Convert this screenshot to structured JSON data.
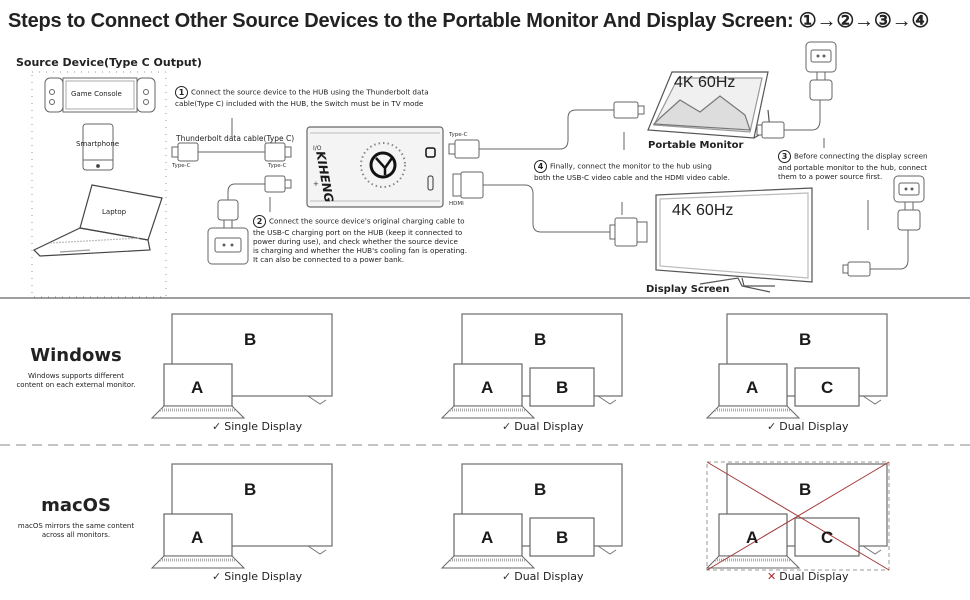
{
  "title": "Steps to Connect Other Source Devices to the Portable Monitor And Display Screen: ①→②→③→④",
  "source_section": {
    "heading": "Source Device(Type C Output)",
    "devices": [
      {
        "label": "Game Console",
        "icon": "game-console-icon"
      },
      {
        "label": "Smartphone",
        "icon": "smartphone-icon"
      },
      {
        "label": "Laptop",
        "icon": "laptop-icon"
      }
    ]
  },
  "steps": [
    {
      "number": "1",
      "text_lines": [
        "Connect the source device to the HUB using the Thunderbolt data",
        "cable(Type C) included with the HUB, the Switch must be in TV mode"
      ]
    },
    {
      "number": "2",
      "text_lines": [
        "Connect the source device's original charging cable to",
        "the USB-C charging port on the HUB (keep it connected to",
        "power during use), and check whether the source device",
        "is charging and whether the HUB's cooling fan is operating.",
        "It can also be connected to a power bank."
      ]
    },
    {
      "number": "3",
      "text_lines": [
        "Before connecting the display screen",
        "and portable monitor to the hub, connect",
        "them to a power source first."
      ]
    },
    {
      "number": "4",
      "text_lines": [
        "Finally, connect the monitor to the hub using",
        "both the USB-C video cable and the HDMI video cable."
      ]
    }
  ],
  "cable": {
    "label": "Thunderbolt data cable(Type C)",
    "end_left": "Type-C",
    "end_right": "Type-C"
  },
  "hub": {
    "brand": "KIHENG",
    "port_io": "I/O",
    "port_plus": "+",
    "port_typec_label": "Type-C",
    "port_hdmi_label": "HDMI"
  },
  "portable_monitor": {
    "resolution": "4K 60Hz",
    "caption": "Portable Monitor"
  },
  "display_screen": {
    "resolution": "4K 60Hz",
    "caption": "Display Screen"
  },
  "os_sections": [
    {
      "name": "Windows",
      "description_lines": [
        "Windows supports different",
        "content on each external monitor."
      ],
      "modes": [
        {
          "screens": [
            "A",
            "B"
          ],
          "label": "Single Display",
          "supported": true
        },
        {
          "screens": [
            "A",
            "B",
            "B"
          ],
          "label": "Dual Display",
          "supported": true
        },
        {
          "screens": [
            "A",
            "B",
            "C"
          ],
          "label": "Dual Display",
          "supported": true
        }
      ]
    },
    {
      "name": "macOS",
      "description_lines": [
        "macOS mirrors the same content",
        "across all monitors."
      ],
      "modes": [
        {
          "screens": [
            "A",
            "B"
          ],
          "label": "Single Display",
          "supported": true
        },
        {
          "screens": [
            "A",
            "B",
            "B"
          ],
          "label": "Dual Display",
          "supported": true
        },
        {
          "screens": [
            "A",
            "B",
            "C"
          ],
          "label": "Dual Display",
          "supported": false
        }
      ]
    }
  ],
  "marks": {
    "check": "✓",
    "cross": "✕"
  },
  "colors": {
    "line": "#555555",
    "divider": "#666666",
    "cross": "#a33a3a",
    "text": "#222222"
  }
}
